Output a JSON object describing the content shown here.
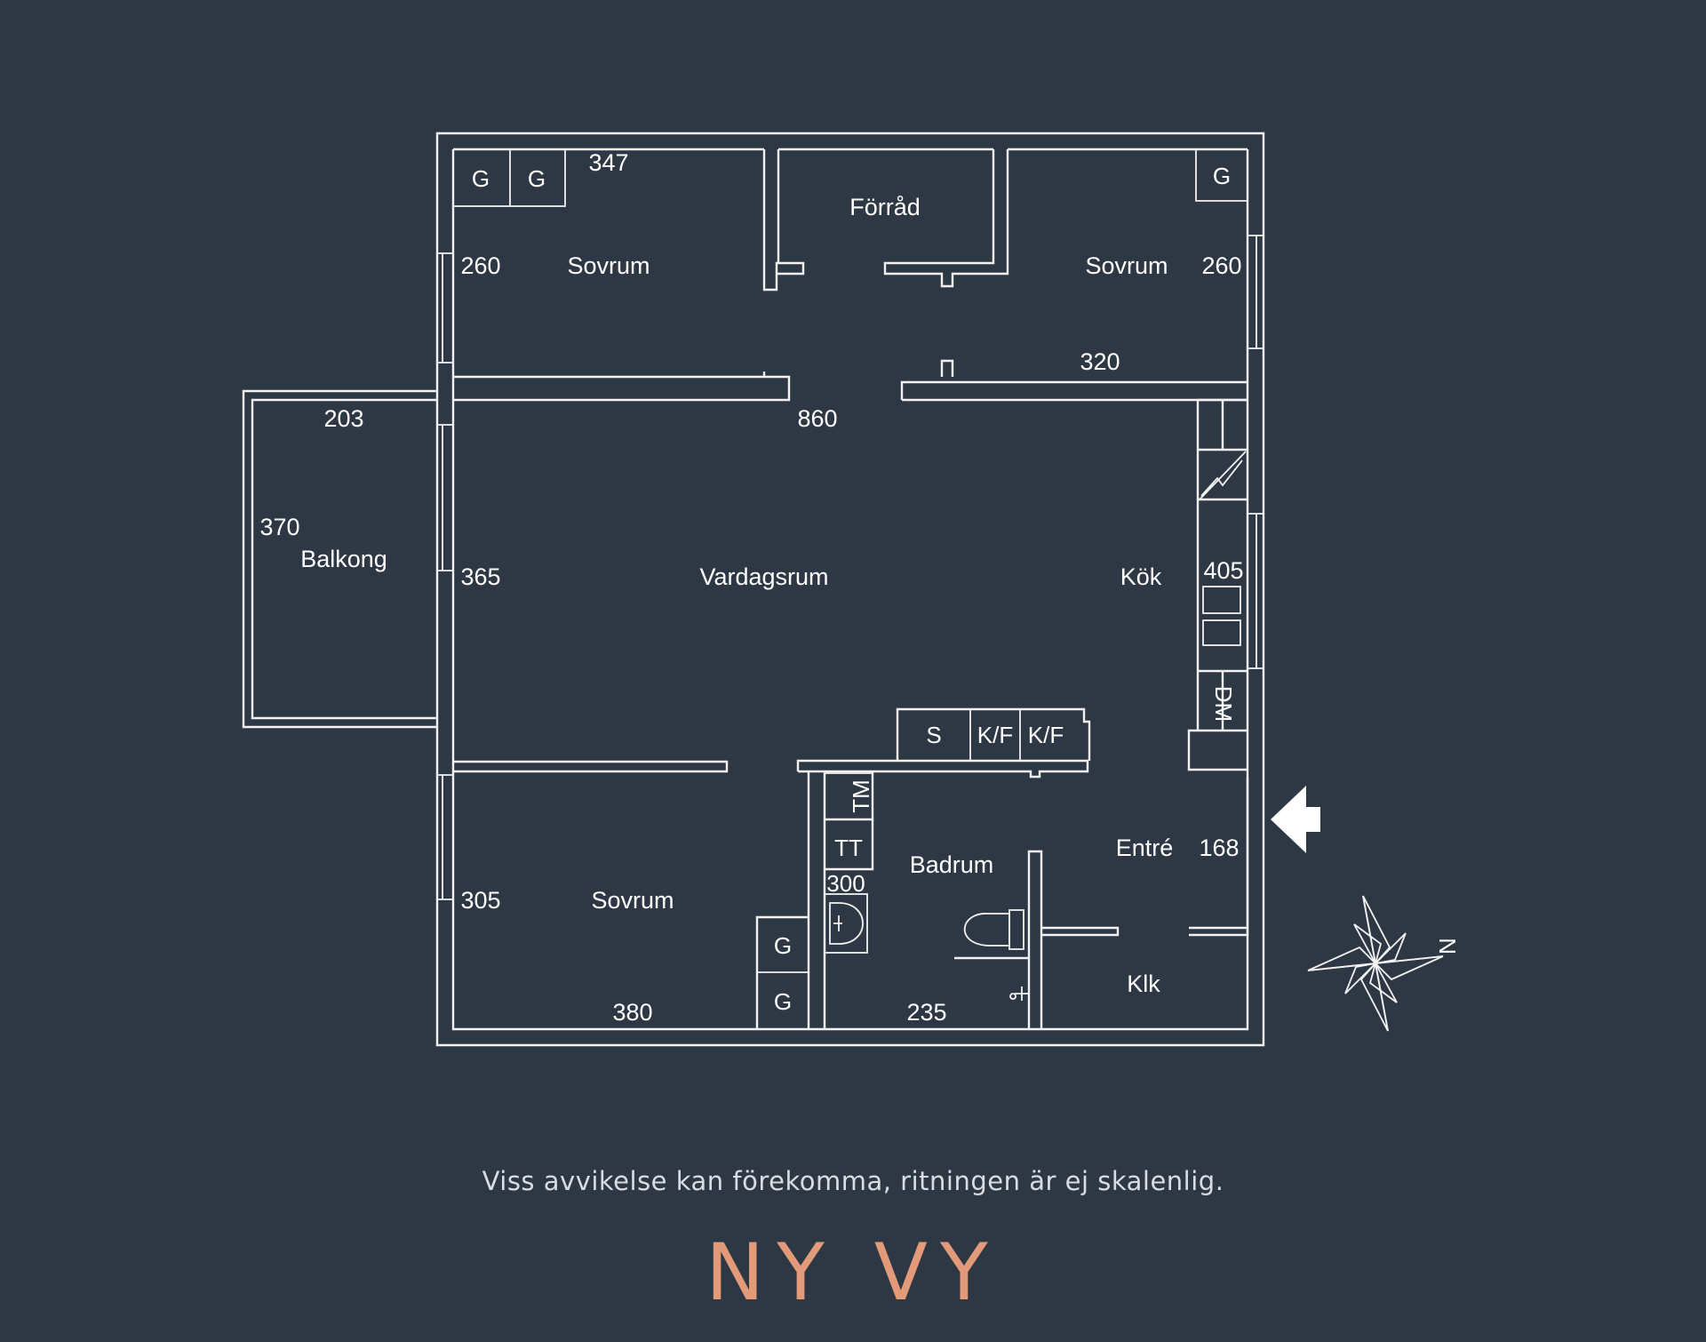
{
  "rooms": {
    "sovrum_nw": "Sovrum",
    "forrad": "Förråd",
    "sovrum_ne": "Sovrum",
    "balkong": "Balkong",
    "vardagsrum": "Vardagsrum",
    "kok": "Kök",
    "sovrum_sw": "Sovrum",
    "badrum": "Badrum",
    "entre": "Entré",
    "klk": "Klk"
  },
  "dimensions": {
    "d347": "347",
    "d260_left": "260",
    "d260_right": "260",
    "d320": "320",
    "d203": "203",
    "d860": "860",
    "d370": "370",
    "d365": "365",
    "d405": "405",
    "d168": "168",
    "d300": "300",
    "d305": "305",
    "d380": "380",
    "d235": "235"
  },
  "fixtures": {
    "g1": "G",
    "g2": "G",
    "g3": "G",
    "g4": "G",
    "g5": "G",
    "s": "S",
    "kf1": "K/F",
    "kf2": "K/F",
    "tm": "TM",
    "tt": "TT",
    "dm": "DM"
  },
  "compass_letter": "N",
  "footer": {
    "disclaimer": "Viss avvikelse kan förekomma, ritningen är ej skalenlig.",
    "logo": "NY VY"
  },
  "colors": {
    "background": "#2e3845",
    "lines": "#f2f2f2",
    "logo": "#e29a78"
  },
  "icons": [
    "entrance-arrow-icon",
    "compass-rose-icon",
    "stove-icon",
    "sink-icon",
    "toilet-icon"
  ]
}
